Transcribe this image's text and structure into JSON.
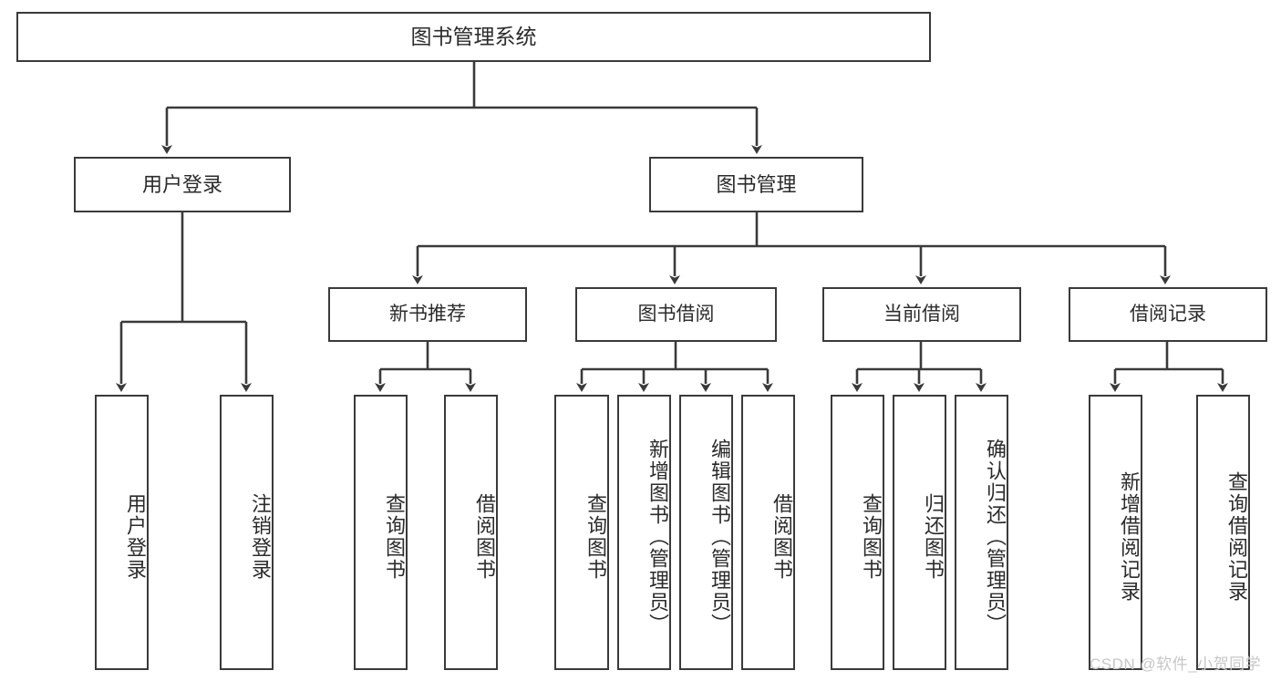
{
  "diagram": {
    "title": "图书管理系统",
    "watermark": "CSDN @软件_小贺同学",
    "line_color": "#3a3a3a",
    "text_color": "#2b2b2b",
    "background": "#ffffff"
  },
  "nodes": {
    "root": {
      "label": "图书管理系统"
    },
    "level2": [
      {
        "label": "用户登录"
      },
      {
        "label": "图书管理"
      }
    ],
    "level3": [
      {
        "label": "新书推荐"
      },
      {
        "label": "图书借阅"
      },
      {
        "label": "当前借阅"
      },
      {
        "label": "借阅记录"
      }
    ],
    "leaves": {
      "user_login": [
        {
          "label": "用户登录"
        },
        {
          "label": "注销登录"
        }
      ],
      "new_book": [
        {
          "label": "查询图书"
        },
        {
          "label": "借阅图书"
        }
      ],
      "book_borrow": [
        {
          "label": "查询图书"
        },
        {
          "label": "新增图书（管理员）"
        },
        {
          "label": "编辑图书（管理员）"
        },
        {
          "label": "借阅图书"
        }
      ],
      "current_borrow": [
        {
          "label": "查询图书"
        },
        {
          "label": "归还图书"
        },
        {
          "label": "确认归还（管理员）"
        }
      ],
      "borrow_record": [
        {
          "label": "新增借阅记录"
        },
        {
          "label": "查询借阅记录"
        }
      ]
    }
  }
}
